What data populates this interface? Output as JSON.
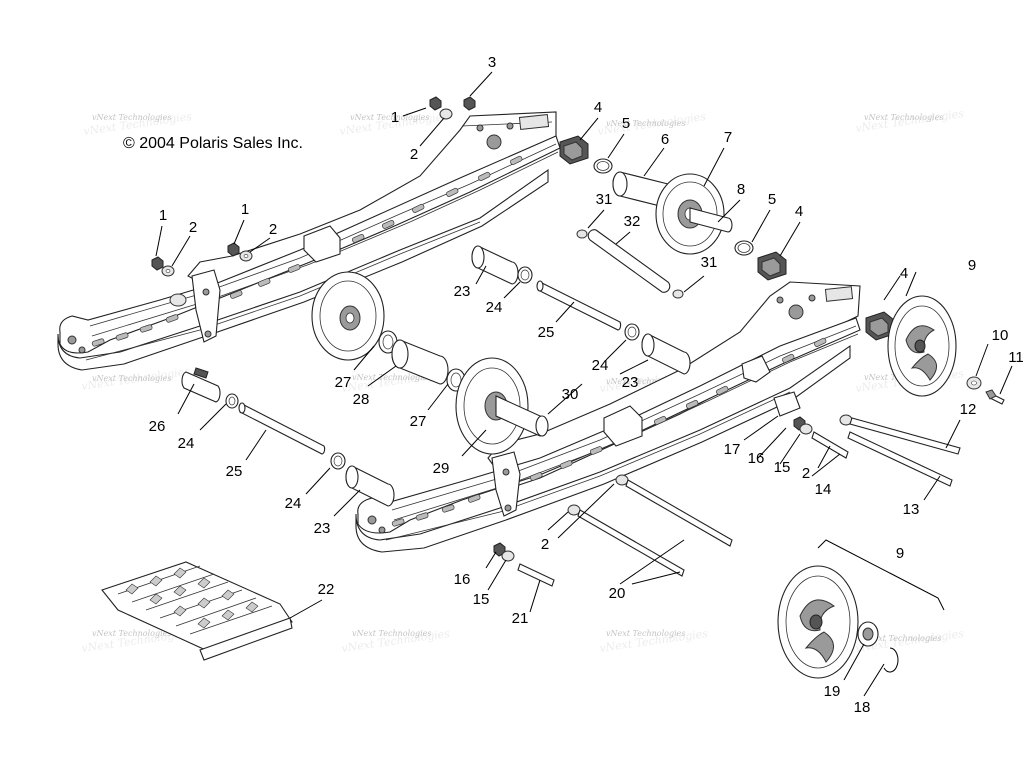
{
  "copyright": "© 2004 Polaris Sales Inc.",
  "watermark": "vNext Technologies",
  "part_numbers": {
    "p1a": "1",
    "p1b": "1",
    "p1c": "1",
    "p2a": "2",
    "p2b": "2",
    "p2c": "2",
    "p2d": "2",
    "p2e": "2",
    "p3": "3",
    "p4a": "4",
    "p4b": "4",
    "p4c": "4",
    "p5a": "5",
    "p5b": "5",
    "p6": "6",
    "p7": "7",
    "p8": "8",
    "p9a": "9",
    "p9b": "9",
    "p10": "10",
    "p11": "11",
    "p12": "12",
    "p13": "13",
    "p14": "14",
    "p15a": "15",
    "p15b": "15",
    "p16a": "16",
    "p16b": "16",
    "p17": "17",
    "p18": "18",
    "p19": "19",
    "p20": "20",
    "p21": "21",
    "p22": "22",
    "p23a": "23",
    "p23b": "23",
    "p23c": "23",
    "p24a": "24",
    "p24b": "24",
    "p24c": "24",
    "p24d": "24",
    "p25a": "25",
    "p25b": "25",
    "p26": "26",
    "p27a": "27",
    "p27b": "27",
    "p28": "28",
    "p29": "29",
    "p30": "30",
    "p31a": "31",
    "p31b": "31",
    "p32": "32"
  }
}
